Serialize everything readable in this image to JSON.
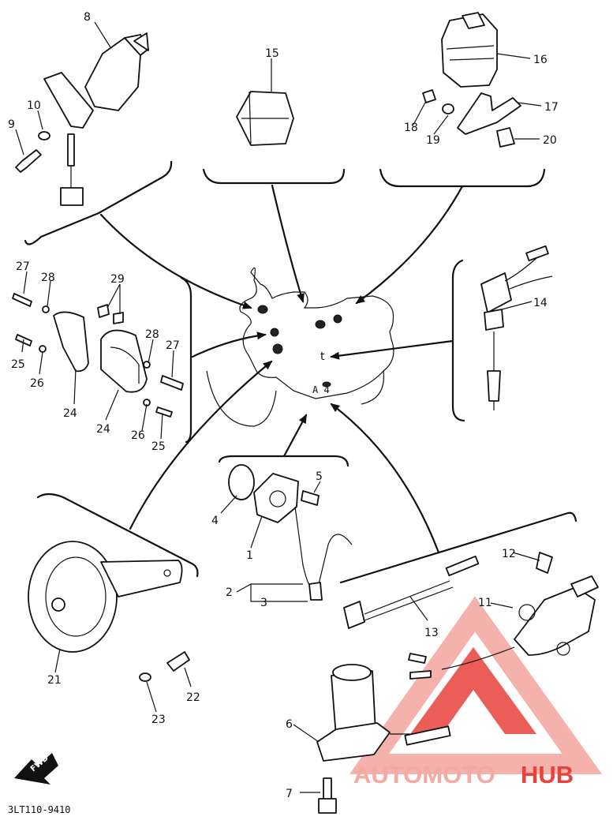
{
  "diagram": {
    "code": "3LT110-9410",
    "fwd_label": "FWD",
    "watermark": {
      "part1": "AUTOMOTO",
      "part2": "HUB",
      "colors": {
        "accent": "#e8423a",
        "light": "#f4a9a3"
      }
    },
    "frame_marks": {
      "t": "t",
      "a4": "A 4"
    },
    "labels": {
      "1": "1",
      "2": "2",
      "3": "3",
      "4": "4",
      "5": "5",
      "6": "6",
      "7": "7",
      "8": "8",
      "9": "9",
      "10": "10",
      "11": "11",
      "12": "12",
      "13": "13",
      "14": "14",
      "15": "15",
      "16": "16",
      "17": "17",
      "18": "18",
      "19": "19",
      "20": "20",
      "21": "21",
      "22": "22",
      "23": "23",
      "24a": "24",
      "24b": "24",
      "25a": "25",
      "25b": "25",
      "26a": "26",
      "26b": "26",
      "27a": "27",
      "27b": "27",
      "28a": "28",
      "28b": "28",
      "29": "29"
    }
  }
}
